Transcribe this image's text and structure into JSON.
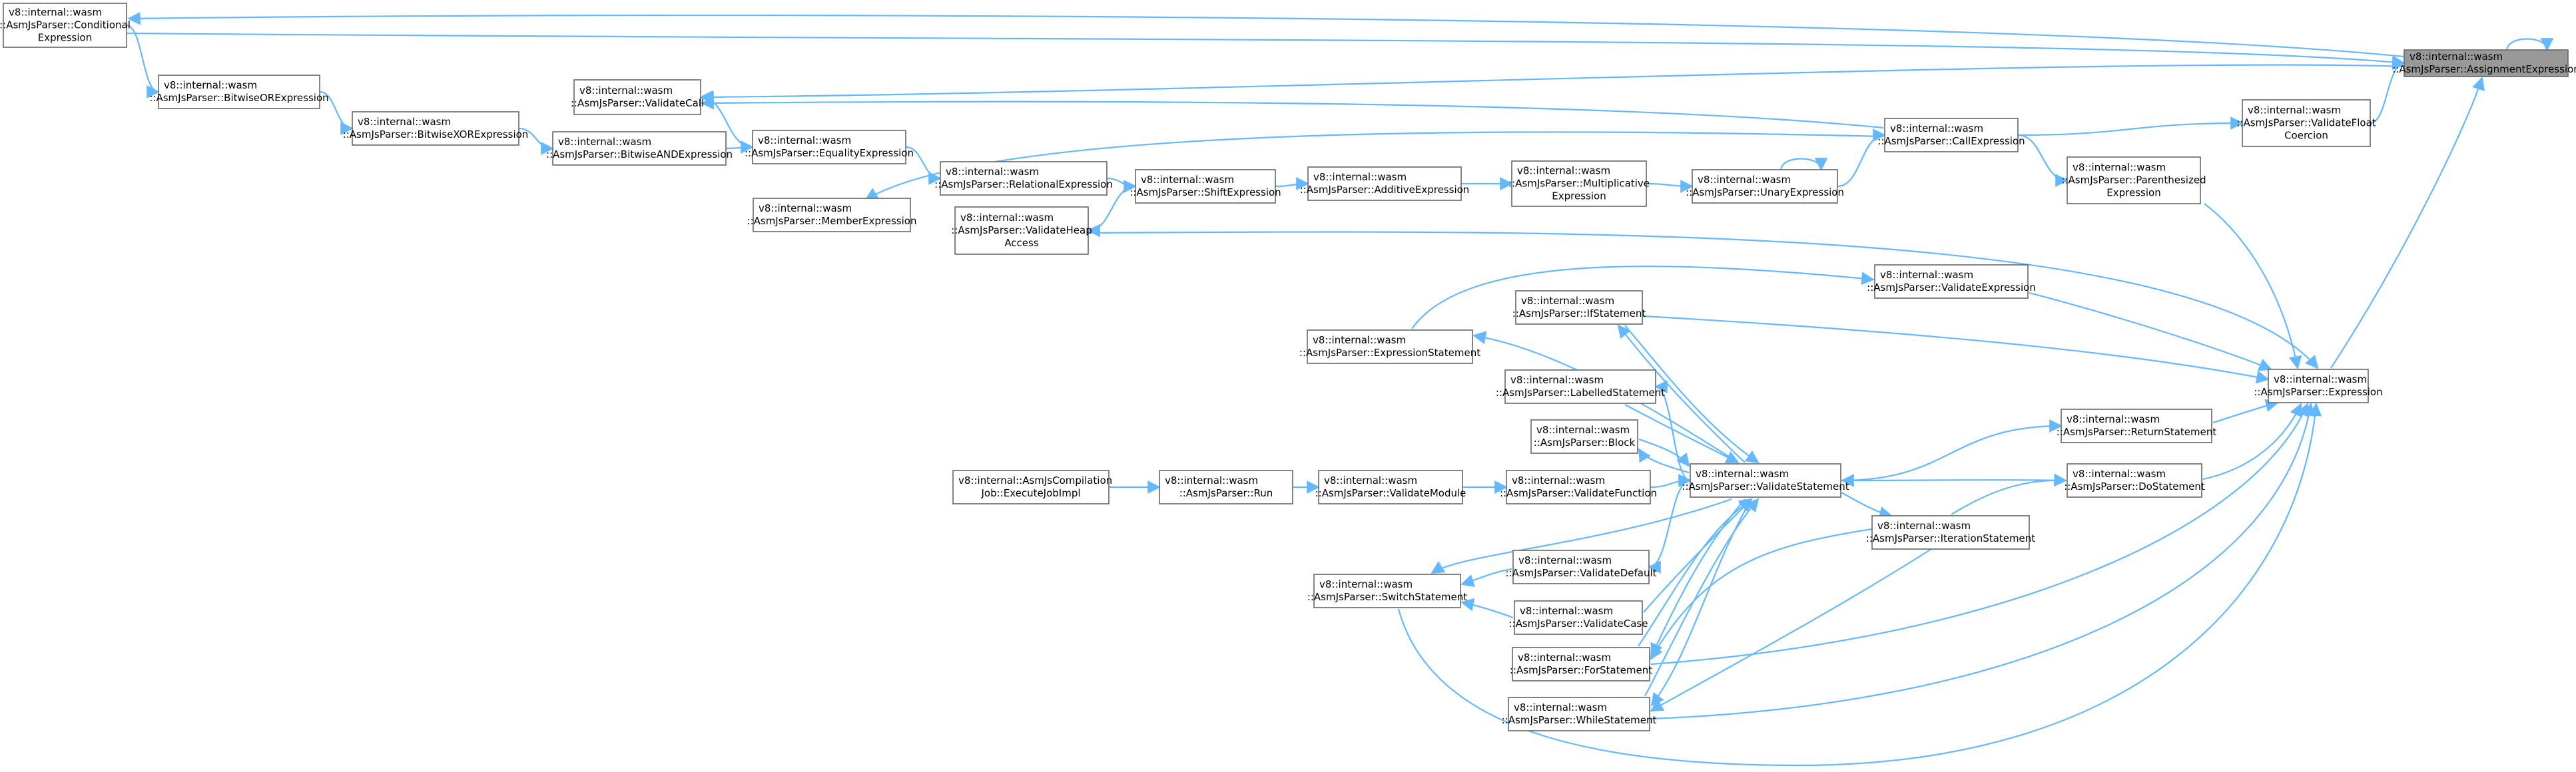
{
  "graph": {
    "focus_node": "n0",
    "colors": {
      "edge": "#63b8ff",
      "node_border": "#666666",
      "focus_fill": "#999999",
      "node_fill": "#ffffff"
    },
    "nodes": [
      {
        "id": "n0",
        "lines": [
          "v8::internal::wasm",
          "::AsmJsParser::AssignmentExpression"
        ]
      },
      {
        "id": "n1",
        "lines": [
          "v8::internal::wasm",
          "::AsmJsParser::Conditional",
          "Expression"
        ]
      },
      {
        "id": "n2",
        "lines": [
          "v8::internal::wasm",
          "::AsmJsParser::BitwiseORExpression"
        ]
      },
      {
        "id": "n3",
        "lines": [
          "v8::internal::wasm",
          "::AsmJsParser::BitwiseXORExpression"
        ]
      },
      {
        "id": "n4",
        "lines": [
          "v8::internal::wasm",
          "::AsmJsParser::BitwiseANDExpression"
        ]
      },
      {
        "id": "n5",
        "lines": [
          "v8::internal::wasm",
          "::AsmJsParser::ValidateCall"
        ]
      },
      {
        "id": "n6",
        "lines": [
          "v8::internal::wasm",
          "::AsmJsParser::EqualityExpression"
        ]
      },
      {
        "id": "n7",
        "lines": [
          "v8::internal::wasm",
          "::AsmJsParser::RelationalExpression"
        ]
      },
      {
        "id": "n8",
        "lines": [
          "v8::internal::wasm",
          "::AsmJsParser::MemberExpression"
        ]
      },
      {
        "id": "n9",
        "lines": [
          "v8::internal::wasm",
          "::AsmJsParser::ValidateHeap",
          "Access"
        ]
      },
      {
        "id": "n10",
        "lines": [
          "v8::internal::wasm",
          "::AsmJsParser::ShiftExpression"
        ]
      },
      {
        "id": "n11",
        "lines": [
          "v8::internal::wasm",
          "::AsmJsParser::AdditiveExpression"
        ]
      },
      {
        "id": "n12",
        "lines": [
          "v8::internal::wasm",
          "::AsmJsParser::Multiplicative",
          "Expression"
        ]
      },
      {
        "id": "n13",
        "lines": [
          "v8::internal::wasm",
          "::AsmJsParser::UnaryExpression"
        ]
      },
      {
        "id": "n14",
        "lines": [
          "v8::internal::wasm",
          "::AsmJsParser::CallExpression"
        ]
      },
      {
        "id": "n15",
        "lines": [
          "v8::internal::wasm",
          "::AsmJsParser::ValidateFloat",
          "Coercion"
        ]
      },
      {
        "id": "n16",
        "lines": [
          "v8::internal::wasm",
          "::AsmJsParser::Parenthesized",
          "Expression"
        ]
      },
      {
        "id": "n17",
        "lines": [
          "v8::internal::wasm",
          "::AsmJsParser::ValidateExpression"
        ]
      },
      {
        "id": "n18",
        "lines": [
          "v8::internal::wasm",
          "::AsmJsParser::IfStatement"
        ]
      },
      {
        "id": "n19",
        "lines": [
          "v8::internal::wasm",
          "::AsmJsParser::ExpressionStatement"
        ]
      },
      {
        "id": "n20",
        "lines": [
          "v8::internal::wasm",
          "::AsmJsParser::LabelledStatement"
        ]
      },
      {
        "id": "n21",
        "lines": [
          "v8::internal::wasm",
          "::AsmJsParser::Expression"
        ]
      },
      {
        "id": "n22",
        "lines": [
          "v8::internal::wasm",
          "::AsmJsParser::Block"
        ]
      },
      {
        "id": "n23",
        "lines": [
          "v8::internal::wasm",
          "::AsmJsParser::ReturnStatement"
        ]
      },
      {
        "id": "n24",
        "lines": [
          "v8::internal::AsmJsCompilation",
          "Job::ExecuteJobImpl"
        ]
      },
      {
        "id": "n25",
        "lines": [
          "v8::internal::wasm",
          "::AsmJsParser::Run"
        ]
      },
      {
        "id": "n26",
        "lines": [
          "v8::internal::wasm",
          "::AsmJsParser::ValidateModule"
        ]
      },
      {
        "id": "n27",
        "lines": [
          "v8::internal::wasm",
          "::AsmJsParser::ValidateFunction"
        ]
      },
      {
        "id": "n28",
        "lines": [
          "v8::internal::wasm",
          "::AsmJsParser::ValidateStatement"
        ]
      },
      {
        "id": "n29",
        "lines": [
          "v8::internal::wasm",
          "::AsmJsParser::DoStatement"
        ]
      },
      {
        "id": "n30",
        "lines": [
          "v8::internal::wasm",
          "::AsmJsParser::IterationStatement"
        ]
      },
      {
        "id": "n31",
        "lines": [
          "v8::internal::wasm",
          "::AsmJsParser::ValidateDefault"
        ]
      },
      {
        "id": "n32",
        "lines": [
          "v8::internal::wasm",
          "::AsmJsParser::SwitchStatement"
        ]
      },
      {
        "id": "n33",
        "lines": [
          "v8::internal::wasm",
          "::AsmJsParser::ValidateCase"
        ]
      },
      {
        "id": "n34",
        "lines": [
          "v8::internal::wasm",
          "::AsmJsParser::ForStatement"
        ]
      },
      {
        "id": "n35",
        "lines": [
          "v8::internal::wasm",
          "::AsmJsParser::WhileStatement"
        ]
      }
    ],
    "edges": [
      {
        "from": "n0",
        "to": "n0"
      },
      {
        "from": "n0",
        "to": "n1"
      },
      {
        "from": "n1",
        "to": "n2"
      },
      {
        "from": "n2",
        "to": "n3"
      },
      {
        "from": "n3",
        "to": "n4"
      },
      {
        "from": "n4",
        "to": "n6"
      },
      {
        "from": "n6",
        "to": "n5"
      },
      {
        "from": "n6",
        "to": "n7"
      },
      {
        "from": "n7",
        "to": "n10"
      },
      {
        "from": "n10",
        "to": "n9"
      },
      {
        "from": "n10",
        "to": "n11"
      },
      {
        "from": "n11",
        "to": "n12"
      },
      {
        "from": "n12",
        "to": "n13"
      },
      {
        "from": "n13",
        "to": "n13"
      },
      {
        "from": "n13",
        "to": "n14"
      },
      {
        "from": "n14",
        "to": "n5"
      },
      {
        "from": "n14",
        "to": "n8"
      },
      {
        "from": "n14",
        "to": "n15"
      },
      {
        "from": "n14",
        "to": "n16"
      },
      {
        "from": "n5",
        "to": "n0"
      },
      {
        "from": "n15",
        "to": "n0"
      },
      {
        "from": "n1",
        "to": "n0"
      },
      {
        "from": "n9",
        "to": "n21"
      },
      {
        "from": "n16",
        "to": "n21"
      },
      {
        "from": "n17",
        "to": "n21"
      },
      {
        "from": "n18",
        "to": "n21"
      },
      {
        "from": "n19",
        "to": "n17"
      },
      {
        "from": "n21",
        "to": "n0"
      },
      {
        "from": "n23",
        "to": "n21"
      },
      {
        "from": "n29",
        "to": "n21"
      },
      {
        "from": "n34",
        "to": "n21"
      },
      {
        "from": "n35",
        "to": "n21"
      },
      {
        "from": "n32",
        "to": "n21"
      },
      {
        "from": "n24",
        "to": "n25"
      },
      {
        "from": "n25",
        "to": "n26"
      },
      {
        "from": "n26",
        "to": "n27"
      },
      {
        "from": "n27",
        "to": "n28"
      },
      {
        "from": "n28",
        "to": "n18"
      },
      {
        "from": "n28",
        "to": "n19"
      },
      {
        "from": "n28",
        "to": "n20"
      },
      {
        "from": "n28",
        "to": "n22"
      },
      {
        "from": "n28",
        "to": "n23"
      },
      {
        "from": "n28",
        "to": "n30"
      },
      {
        "from": "n28",
        "to": "n31"
      },
      {
        "from": "n28",
        "to": "n32"
      },
      {
        "from": "n28",
        "to": "n34"
      },
      {
        "from": "n28",
        "to": "n35"
      },
      {
        "from": "n18",
        "to": "n28"
      },
      {
        "from": "n20",
        "to": "n28"
      },
      {
        "from": "n22",
        "to": "n28"
      },
      {
        "from": "n29",
        "to": "n28"
      },
      {
        "from": "n30",
        "to": "n29"
      },
      {
        "from": "n30",
        "to": "n34"
      },
      {
        "from": "n30",
        "to": "n35"
      },
      {
        "from": "n31",
        "to": "n32"
      },
      {
        "from": "n33",
        "to": "n32"
      },
      {
        "from": "n33",
        "to": "n28"
      },
      {
        "from": "n34",
        "to": "n28"
      },
      {
        "from": "n35",
        "to": "n28"
      }
    ]
  }
}
